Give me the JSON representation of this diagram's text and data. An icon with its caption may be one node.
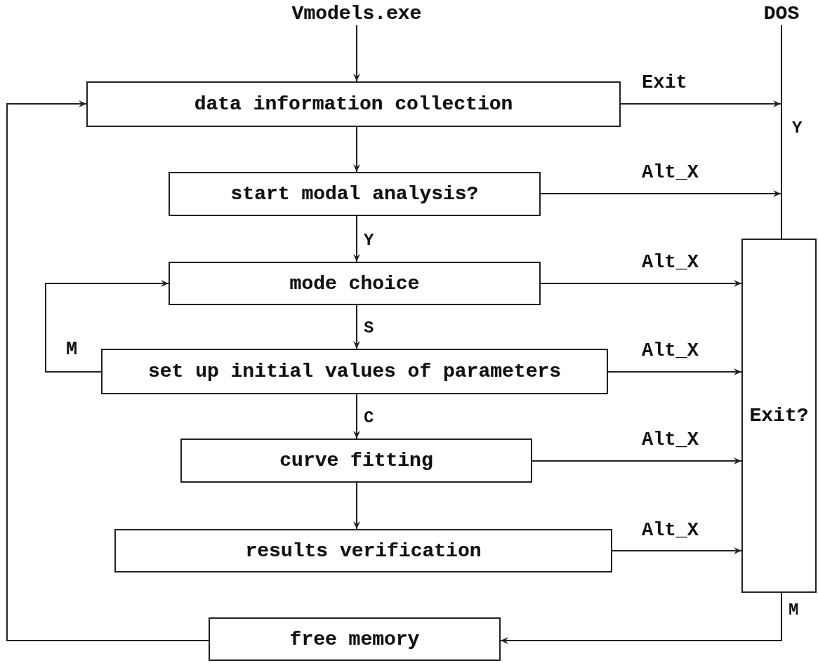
{
  "diagram": {
    "nodes": [
      {
        "text": [
          "Vmodels.exe"
        ]
      },
      {
        "text": [
          "DOS"
        ]
      },
      {
        "text": [
          "data information collection"
        ]
      },
      {
        "text": [
          "start modal analysis?"
        ]
      },
      {
        "text": [
          "mode choice"
        ]
      },
      {
        "text": [
          "set up initial values of parameters"
        ]
      },
      {
        "text": [
          "curve fitting"
        ]
      },
      {
        "text": [
          "results verification"
        ]
      },
      {
        "text": [
          "Exit?"
        ]
      },
      {
        "text": [
          "free memory"
        ]
      },
      {
        "text": [],
        "shape": "bar"
      }
    ],
    "edges": [
      {
        "from": 0,
        "to": 2,
        "arrow": "to"
      },
      {
        "from": 2,
        "to": 3,
        "arrow": "to"
      },
      {
        "from": 3,
        "to": 4,
        "arrow": "to",
        "label": "Y"
      },
      {
        "from": 4,
        "to": 5,
        "arrow": "to",
        "label": "S"
      },
      {
        "from": 5,
        "to": 6,
        "arrow": "to",
        "label": "C"
      },
      {
        "from": 6,
        "to": 7,
        "arrow": "to"
      },
      {
        "from": 5,
        "to": 4,
        "arrow": "to",
        "label": "M"
      },
      {
        "from": 2,
        "to": 10,
        "arrow": "to",
        "label": "Exit"
      },
      {
        "from": 3,
        "to": 10,
        "arrow": "to",
        "label": "Alt_X"
      },
      {
        "from": 8,
        "to": 1,
        "arrow": "none",
        "label": "Y"
      },
      {
        "from": 4,
        "to": 8,
        "arrow": "to",
        "label": "Alt_X"
      },
      {
        "from": 5,
        "to": 8,
        "arrow": "to",
        "label": "Alt_X"
      },
      {
        "from": 6,
        "to": 8,
        "arrow": "to",
        "label": "Alt_X"
      },
      {
        "from": 7,
        "to": 8,
        "arrow": "to",
        "label": "Alt_X"
      },
      {
        "from": 8,
        "to": 9,
        "arrow": "to",
        "label": "M"
      },
      {
        "from": 9,
        "to": 2,
        "arrow": "to"
      }
    ]
  }
}
